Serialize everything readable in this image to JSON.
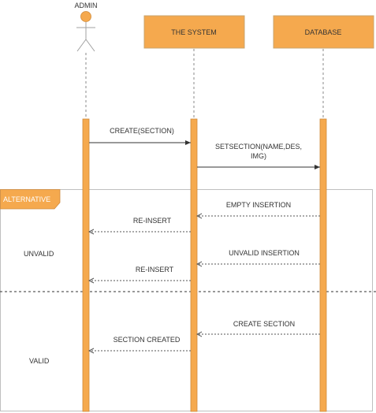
{
  "participants": {
    "admin": "ADMIN",
    "system": "THE SYSTEM",
    "database": "DATABASE"
  },
  "messages": {
    "create_section": "CREATE(SECTION)",
    "setsection_line1": "SETSECTION(NAME,DES,",
    "setsection_line2": "IMG)",
    "empty_insertion": "EMPTY INSERTION",
    "reinsert_1": "RE-INSERT",
    "unvalid_insertion": "UNVALID INSERTION",
    "reinsert_2": "RE-INSERT",
    "create_section_reply": "CREATE SECTION",
    "section_created": "SECTION CREATED"
  },
  "fragment": {
    "label": "ALTERNATIVE",
    "guard_unvalid": "UNVALID",
    "guard_valid": "VALID"
  },
  "colors": {
    "participant_fill": "#F5A94E",
    "actor_fill": "#F5A94E",
    "lifeline": "#8a8a8a",
    "text": "#333333"
  }
}
